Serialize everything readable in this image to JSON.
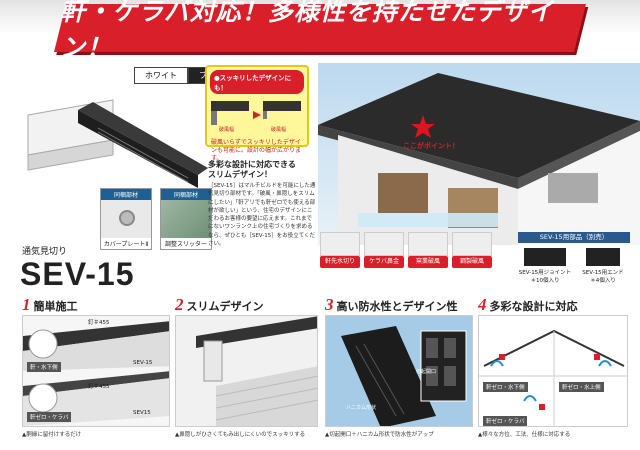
{
  "banner": {
    "title": "軒・ケラバ対応！多様性を持たせたデザイン！"
  },
  "tabs": {
    "white": "ホワイト",
    "black": "ブラック"
  },
  "swatches": [
    {
      "header": "同梱部材",
      "caption": "カバープレートⅡ"
    },
    {
      "header": "同梱部材",
      "caption": "調整スリッター"
    }
  ],
  "callout": {
    "title": "●スッキリしたデザインにも！",
    "labels": [
      "破風幅",
      "破風幅"
    ],
    "text": "破風いらずでスッキリしたデザインも可能に。設計の幅が広がります。"
  },
  "house": {
    "point_label": "ここがポイント！"
  },
  "description": {
    "heading_line1": "多彩な設計に対応できる",
    "heading_line2": "スリムデザイン！",
    "body": "［SEV-15］はマルチビルドを可能にした通気見切り部材です。「破風・鼻隠しをスリムにしたい」「軒アリでも軒ゼロでも使える部材が欲しい」という、住宅のデザインにこだわるお客様の要望に応えます。これまでにないワンランク上の住宅づくりを求めるなら、ぜひとも［SEV-15］をお役立てください。"
  },
  "product": {
    "subtitle": "通気見切り",
    "name": "SEV-15"
  },
  "tags": [
    {
      "label": "軒先水切り",
      "color": "#d9202a"
    },
    {
      "label": "ケラバ鼻金",
      "color": "#d9202a"
    },
    {
      "label": "窯業破風",
      "color": "#d9202a"
    },
    {
      "label": "鋼製破風",
      "color": "#d9202a"
    }
  ],
  "parts": {
    "header": "SEV-15用部品（別売）",
    "items": [
      {
        "name": "SEV-15用ジョイント",
        "qty": "＊10個入り"
      },
      {
        "name": "SEV-15用エンド",
        "qty": "＊4個入り"
      }
    ]
  },
  "sections": [
    {
      "num": "1",
      "title": "簡単施工",
      "caption": "▲胴縁に留付けするだけ",
      "labels": [
        "釘＃455",
        "軒・水下側",
        "SEV-15",
        "釘＃455",
        "軒ゼロ・ケラバ",
        "SEV15"
      ]
    },
    {
      "num": "2",
      "title": "スリムデザイン",
      "caption": "▲鼻隠しがひさくてもみ出しにくいのでスッキリする"
    },
    {
      "num": "3",
      "title": "高い防水性とデザイン性",
      "caption": "▲切起開口＋ハニカム形状で防水性がアップ",
      "labels": [
        "切起開口",
        "ハニカム形状"
      ]
    },
    {
      "num": "4",
      "title": "多彩な設計に対応",
      "caption": "▲様々な方位、工法、仕様に対応する",
      "labels": [
        "軒ゼロ・水下側",
        "軒ゼロ・水上側",
        "軒ゼロ・ケラバ"
      ]
    }
  ]
}
